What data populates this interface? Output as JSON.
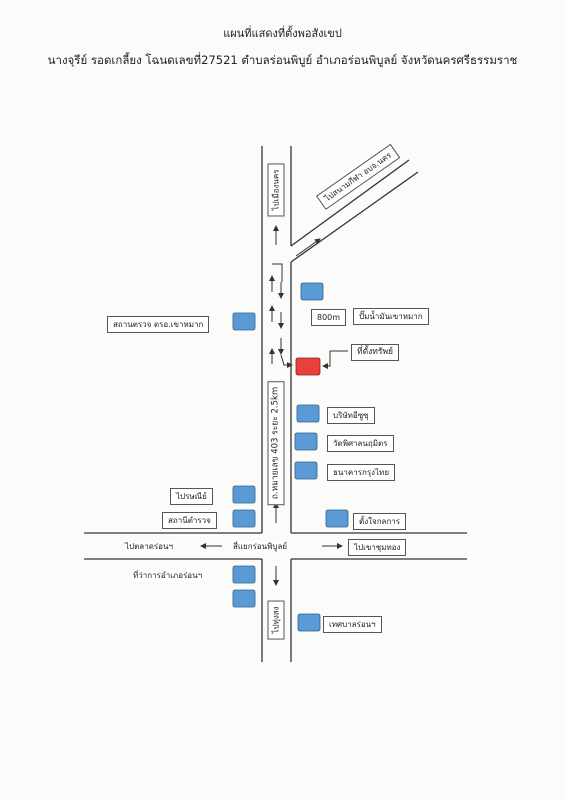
{
  "title": "แผนที่แสดงที่ตั้งพอสังเขป",
  "subtitle": "นางจุรีย์ รอดเกลี้ยง โฉนดเลขที่27521 ตำบลร่อนพิบูย์ อำเภอร่อนพิบูลย์ จังหวัดนครศรีธรรมราช",
  "roads": {
    "north": "ไปเมืองนคร",
    "branch": "ไปสนามกีฬา อบจ.นคร",
    "main": "ถ.หมายเลข 403 ระยะ 2.5km",
    "south": "ไปทุ่งสง",
    "west": "ไปตลาดร่อนฯ",
    "east": "ไปเขาชุมทอง",
    "junction": "สี่แยกร่อนพิบูลย์",
    "distance": "800m"
  },
  "places": {
    "police_checkpoint": "สถานตรวจ ตรอ.เขาหมาก",
    "gas_station": "ปั๊มน้ำมันเขาหมาก",
    "property": "ที่ตั้งทรัพย์",
    "company": "บริษัทอีซูซุ",
    "temple": "วัดพิศาลนฤมิตร",
    "bank": "ธนาคารกรุงไทย",
    "post": "ไปรษณีย์",
    "police_station": "สถานีตำรวจ",
    "land_office": "ตั้งใจกลการ",
    "district_office": "ที่ว่าการอำเภอร่อนฯ",
    "municipality": "เทศบาลร่อนฯ"
  },
  "colors": {
    "landmark": "#5b9bd5",
    "property": "#e8413c",
    "road": "#333333"
  }
}
